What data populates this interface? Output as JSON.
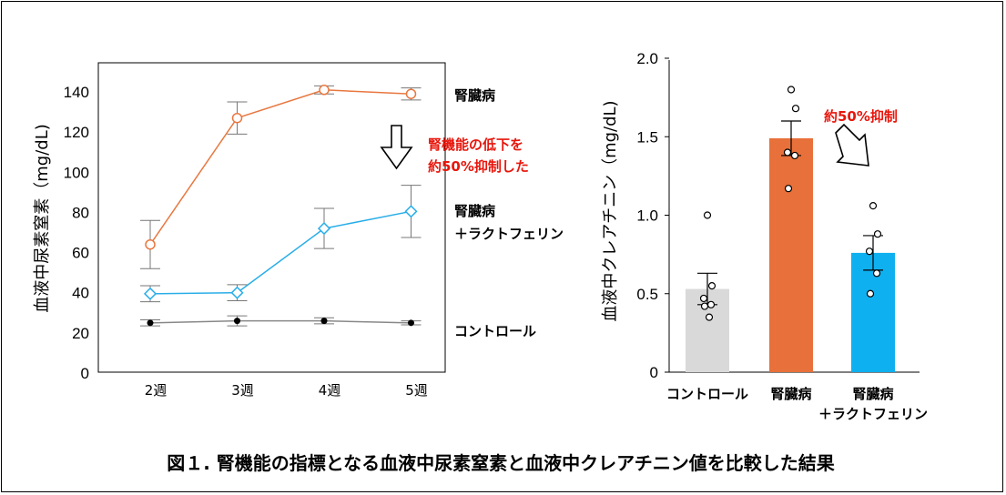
{
  "caption": "図１. 腎機能の指標となる血液中尿素窒素と血液中クレアチニン値を比較した結果",
  "chart_data": [
    {
      "type": "line",
      "ylabel": "血液中尿素窒素（mg/dL)",
      "categories": [
        "2週",
        "3週",
        "4週",
        "5週"
      ],
      "ylim": [
        0,
        150
      ],
      "yticks": [
        "0",
        "20",
        "40",
        "60",
        "80",
        "100",
        "120",
        "140"
      ],
      "series": [
        {
          "name": "腎臓病",
          "values": [
            64,
            127,
            141,
            139
          ],
          "errors": [
            12,
            8,
            2,
            3
          ],
          "color": "#e8773f",
          "marker": "circle"
        },
        {
          "name": "腎臓病＋ラクトフェリン",
          "name_lines": [
            "腎臓病",
            "＋ラクトフェリン"
          ],
          "values": [
            39.5,
            40,
            72,
            80.5
          ],
          "errors": [
            4,
            4,
            10,
            13
          ],
          "color": "#2aaee8",
          "marker": "diamond"
        },
        {
          "name": "コントロール",
          "values": [
            25,
            26,
            26,
            25
          ],
          "errors": [
            1.5,
            2.5,
            1.5,
            1
          ],
          "color": "#888888",
          "marker": "dot"
        }
      ],
      "annotation": [
        "腎機能の低下を",
        "約50%抑制した"
      ]
    },
    {
      "type": "bar",
      "ylabel": "血液中クレアチニン（mg/dL)",
      "categories": [
        "コントロール",
        "腎臓病",
        "腎臓病＋ラクトフェリン"
      ],
      "category_lines": [
        [
          "コントロール"
        ],
        [
          "腎臓病"
        ],
        [
          "腎臓病",
          "＋ラクトフェリン"
        ]
      ],
      "ylim": [
        0,
        2.0
      ],
      "yticks": [
        "0",
        "0.5",
        "1.0",
        "1.5",
        "2.0"
      ],
      "values": [
        0.53,
        1.49,
        0.76
      ],
      "errors": [
        0.1,
        0.11,
        0.11
      ],
      "colors": [
        "#d9d9d9",
        "#e8703a",
        "#0fb0ef"
      ],
      "points": [
        [
          1.0,
          0.55,
          0.47,
          0.43,
          0.42,
          0.35
        ],
        [
          1.8,
          1.68,
          1.4,
          1.38,
          1.17
        ],
        [
          1.06,
          0.88,
          0.77,
          0.63,
          0.5
        ]
      ],
      "annotation": "約50%抑制"
    }
  ]
}
